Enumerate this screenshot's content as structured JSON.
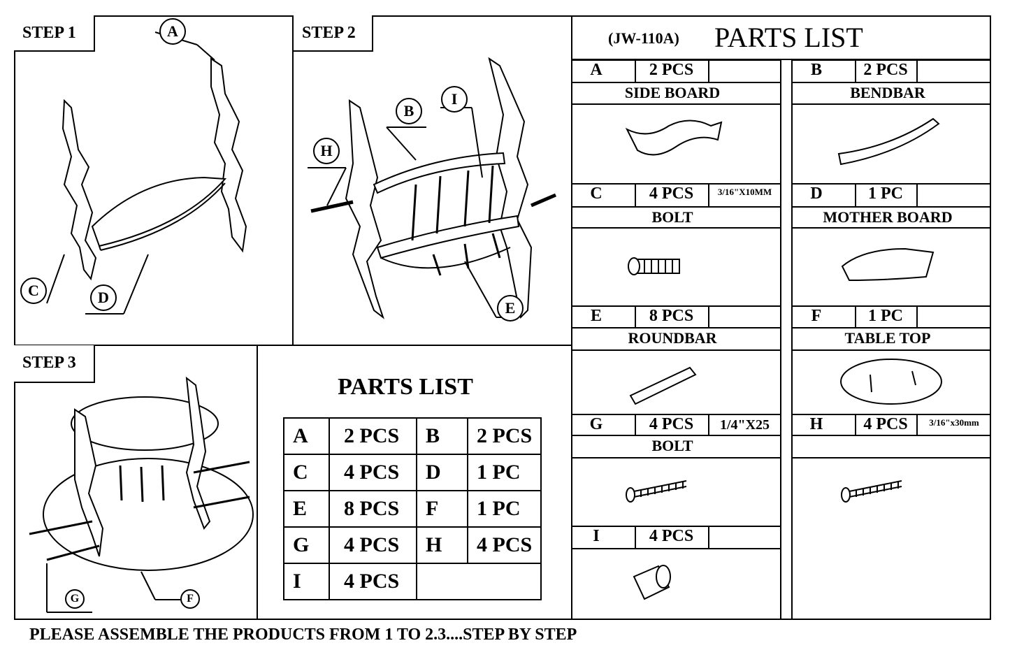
{
  "steps": [
    {
      "label": "STEP 1",
      "callouts": [
        "A",
        "C",
        "D"
      ]
    },
    {
      "label": "STEP 2",
      "callouts": [
        "B",
        "I",
        "H",
        "E"
      ]
    },
    {
      "label": "STEP 3",
      "callouts": [
        "G",
        "F"
      ]
    }
  ],
  "small_parts_list": {
    "title": "PARTS  LIST",
    "rows": [
      [
        [
          "A",
          "2 PCS"
        ],
        [
          "B",
          "2 PCS"
        ]
      ],
      [
        [
          "C",
          "4 PCS"
        ],
        [
          "D",
          "1 PC"
        ]
      ],
      [
        [
          "E",
          "8 PCS"
        ],
        [
          "F",
          "1 PC"
        ]
      ],
      [
        [
          "G",
          "4 PCS"
        ],
        [
          "H",
          "4 PCS"
        ]
      ],
      [
        [
          "I",
          "4 PCS"
        ]
      ]
    ]
  },
  "parts_list": {
    "model": "(JW-110A)",
    "title": "PARTS  LIST",
    "parts": [
      {
        "letter": "A",
        "qty": "2 PCS",
        "spec": "",
        "name": "SIDE BOARD"
      },
      {
        "letter": "B",
        "qty": "2 PCS",
        "spec": "",
        "name": "BENDBAR"
      },
      {
        "letter": "C",
        "qty": "4 PCS",
        "spec": "3/16\"X10MM",
        "name": "BOLT"
      },
      {
        "letter": "D",
        "qty": "1 PC",
        "spec": "",
        "name": "MOTHER BOARD"
      },
      {
        "letter": "E",
        "qty": "8 PCS",
        "spec": "",
        "name": "ROUNDBAR"
      },
      {
        "letter": "F",
        "qty": "1 PC",
        "spec": "",
        "name": "TABLE TOP"
      },
      {
        "letter": "G",
        "qty": "4 PCS",
        "spec": "1/4\"X25",
        "name": "BOLT"
      },
      {
        "letter": "H",
        "qty": "4 PCS",
        "spec": "3/16\"x30mm",
        "name": ""
      },
      {
        "letter": "I",
        "qty": "4 PCS",
        "spec": "",
        "name": ""
      }
    ]
  },
  "footer": "PLEASE ASSEMBLE THE PRODUCTS FROM 1 TO 2.3....STEP BY STEP"
}
